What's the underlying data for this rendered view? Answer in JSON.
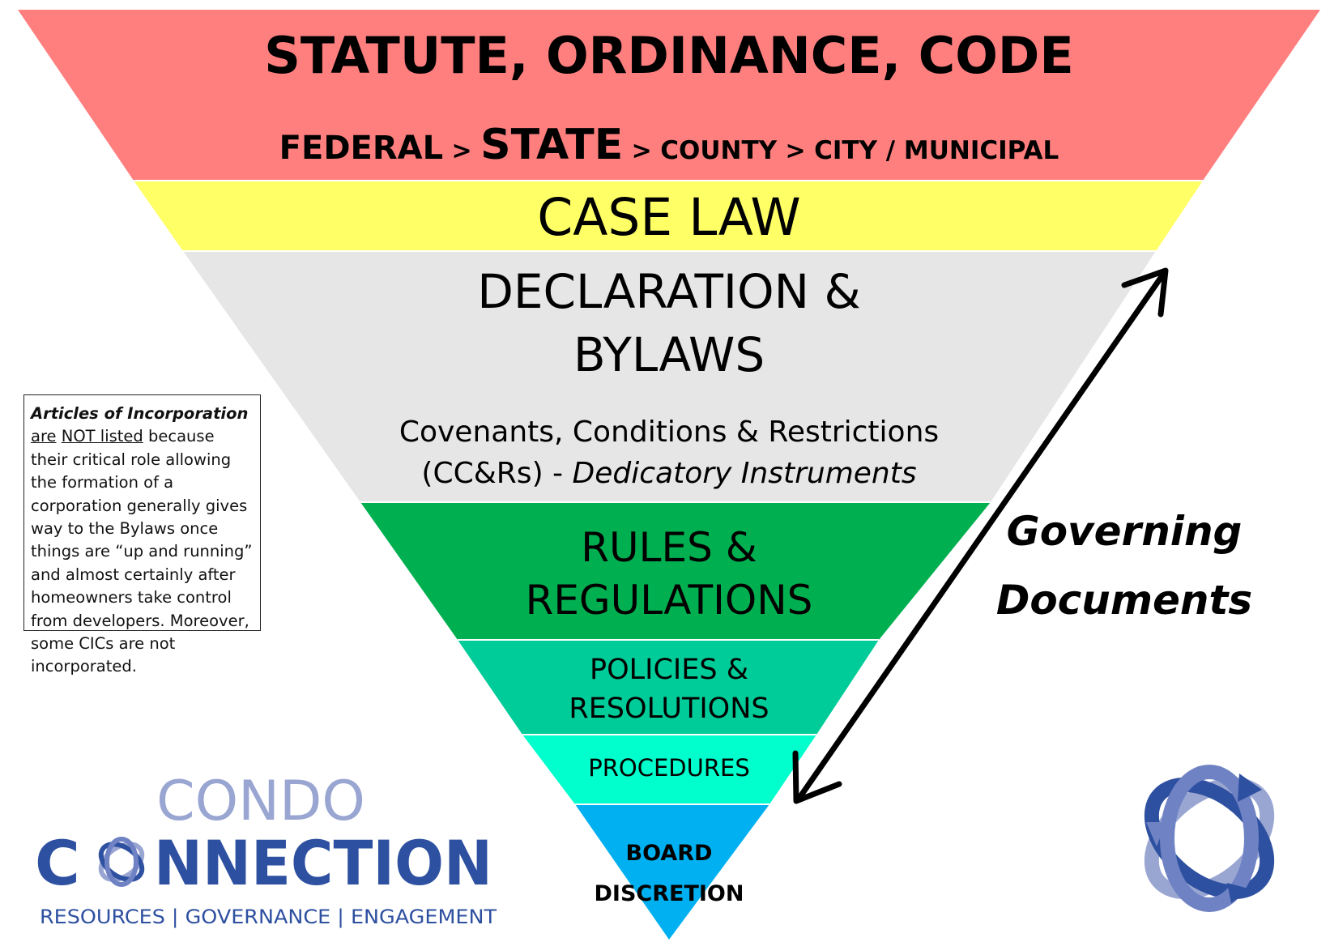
{
  "tiers": [
    {
      "id": "statute",
      "color": "#ff7f7f",
      "title": "STATUTE, ORDINANCE, CODE",
      "sub": [
        {
          "text": "FEDERAL",
          "level": "large"
        },
        {
          "text": " > ",
          "level": "sep"
        },
        {
          "text": "STATE",
          "level": "xlarge"
        },
        {
          "text": " > ",
          "level": "sep"
        },
        {
          "text": "COUNTY",
          "level": "small"
        },
        {
          "text": " > ",
          "level": "sep"
        },
        {
          "text": "CITY / MUNICIPAL",
          "level": "small"
        }
      ]
    },
    {
      "id": "case-law",
      "color": "#ffff66",
      "title": "CASE LAW"
    },
    {
      "id": "declaration",
      "color": "#e6e6e6",
      "title_lines": [
        "DECLARATION &",
        "BYLAWS"
      ],
      "sub_line1": "Covenants, Conditions & Restrictions",
      "sub_line2_plain": "(CC&Rs) - ",
      "sub_line2_italic": "Dedicatory Instruments"
    },
    {
      "id": "rules",
      "color": "#00b050",
      "title_lines": [
        "RULES &",
        "REGULATIONS"
      ]
    },
    {
      "id": "policies",
      "color": "#00cc99",
      "title_lines": [
        "POLICIES &",
        "RESOLUTIONS"
      ]
    },
    {
      "id": "procedures",
      "color": "#00ffcc",
      "title": "PROCEDURES"
    },
    {
      "id": "board",
      "color": "#00b0f0",
      "title_lines": [
        "BOARD",
        "DISCRETION"
      ]
    }
  ],
  "note": {
    "bold_italic": "Articles of Incorporation",
    "underlined_1": "are",
    "underlined_2": "NOT listed",
    "rest": "because their critical role allowing the formation of a corporation generally gives way to the Bylaws once things are “up and running” and almost certainly after homeowners take control from developers. Moreover, some CICs are not incorporated."
  },
  "governing": {
    "line1": "Governing",
    "line2": "Documents"
  },
  "logo": {
    "top": "CONDO",
    "bottom_c": "C",
    "bottom_rest": "NNECTION",
    "tagline": "RESOURCES | GOVERNANCE | ENGAGEMENT",
    "color_light": "#9aa6d2",
    "color_dark": "#2e50a0"
  }
}
